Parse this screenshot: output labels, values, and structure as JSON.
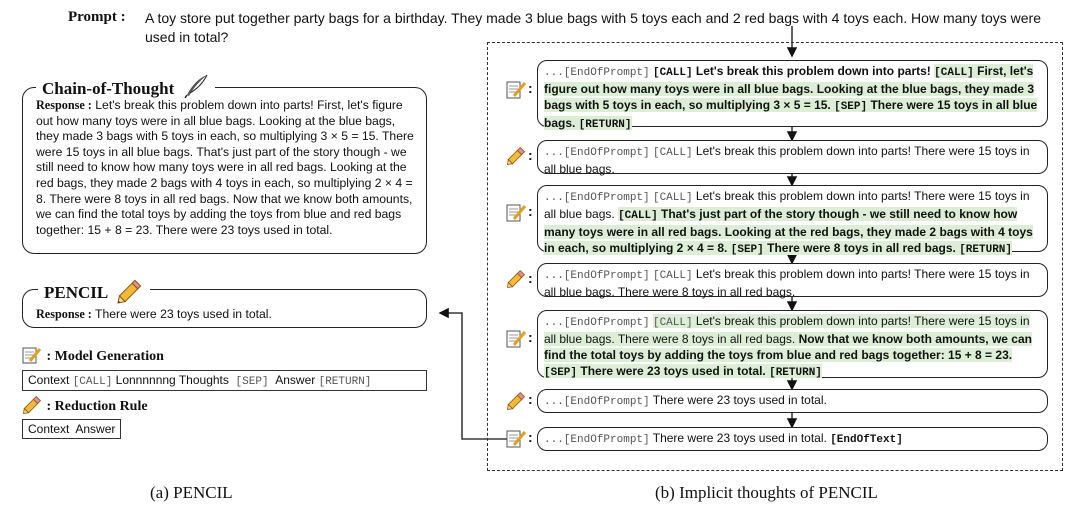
{
  "prompt": {
    "label": "Prompt :",
    "text": "A toy store put together party bags for a birthday. They made 3 blue bags with 5 toys each and 2 red bags with 4 toys each. How many toys were used in total?"
  },
  "left": {
    "cot_title": "Chain-of-Thought",
    "response_label": "Response :",
    "cot_response": "Let's break this problem down into parts! First, let's figure out how many toys were in all blue bags. Looking at the blue bags, they made 3 bags with 5 toys in each, so multiplying 3 × 5 = 15. There were 15 toys in all blue bags. That's just part of the story though - we still need to know how many toys were in all red bags. Looking at the red bags, they made 2 bags with 4 toys in each, so multiplying 2 × 4 = 8. There were 8 toys in all red bags. Now that we know both amounts, we can find the total toys by adding the toys from blue and red bags together: 15 + 8 = 23. There were 23 toys used in total.",
    "pencil_title": "PENCIL",
    "pencil_response": "There were 23 toys used in total.",
    "model_generation_title": ": Model Generation",
    "model_generation": {
      "context": "Context",
      "call": "[CALL]",
      "thoughts": "Lonnnnnng Thoughts",
      "sep": "[SEP]",
      "answer": "Answer",
      "ret": "[RETURN]"
    },
    "reduction_title": ": Reduction Rule",
    "reduction": {
      "context": "Context",
      "answer": "Answer"
    },
    "caption": "(a)  PENCIL"
  },
  "right": {
    "caption": "(b) Implicit thoughts of PENCIL",
    "tokens": {
      "eop": "...[EndOfPrompt]",
      "call": "[CALL]",
      "sep": "[SEP]",
      "ret": "[RETURN]",
      "eot": "[EndOfText]"
    },
    "step1": {
      "a": "Let's break this problem down into parts!",
      "b": "First, let's figure out how many toys were in all blue bags. Looking at the blue bags, they made 3 bags with 5 toys in each, so multiplying 3 × 5 = 15.",
      "c": "There were 15 toys in all blue bags."
    },
    "step2": {
      "a": "Let's break this problem down into parts!  There were 15 toys in all blue bags."
    },
    "step3": {
      "a": "Let's break this problem down into parts!  There were 15 toys in all blue bags.",
      "b": "That's just part of the story though - we still need to know how many toys were in all red bags. Looking at the red bags, they made 2 bags with 4 toys in each, so multiplying 2 × 4 = 8.",
      "c": "There were 8 toys in all red bags."
    },
    "step4": {
      "a": "Let's break this problem down into parts!  There were 15 toys in all blue bags. There were 8 toys in all red bags."
    },
    "step5": {
      "a": "Let's break this problem down into parts!  There were 15 toys in all blue bags. There were 8 toys in all red bags.",
      "b": "Now that we know both amounts, we can find the total toys by adding the toys from blue and red bags together: 15 + 8 = 23.",
      "c": "There were 23 toys used in total."
    },
    "step6": {
      "a": "There were 23 toys used in total."
    },
    "step7": {
      "a": "There were 23 toys used in total."
    }
  }
}
